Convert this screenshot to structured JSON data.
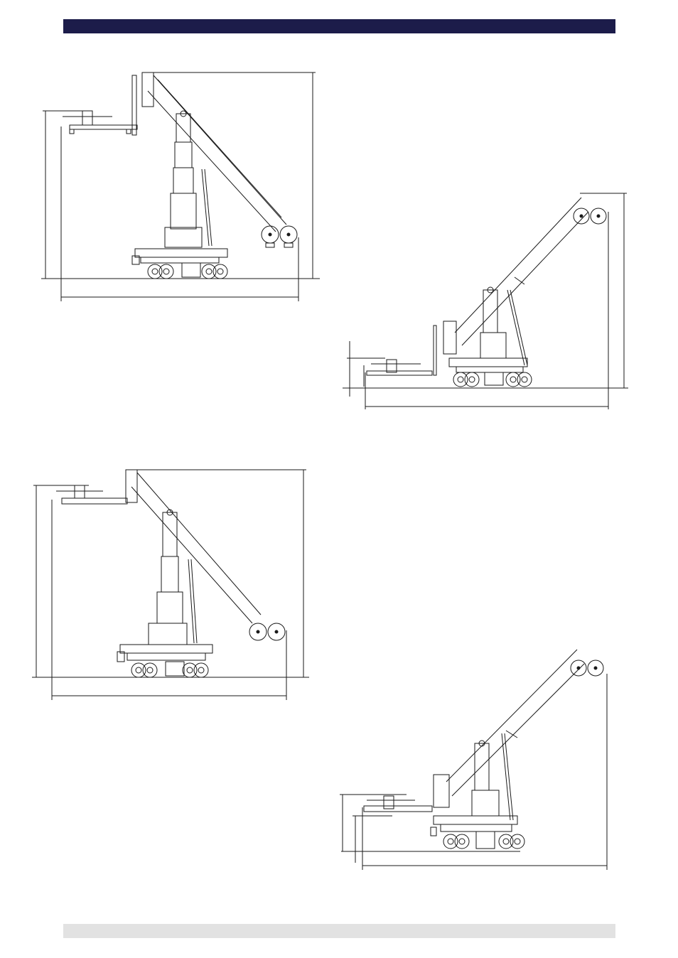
{
  "colors": {
    "header_bar": "#1c1c4a",
    "footer_bar": "#e2e2e2",
    "line": "#1a1a1a"
  },
  "drawings": [
    {
      "id": "d1",
      "config": "boom-raised-column-extended"
    },
    {
      "id": "d2",
      "config": "boom-raised-column-low"
    },
    {
      "id": "d3",
      "config": "boom-raised-column-mid"
    },
    {
      "id": "d4",
      "config": "boom-raised-column-low-alt"
    }
  ]
}
